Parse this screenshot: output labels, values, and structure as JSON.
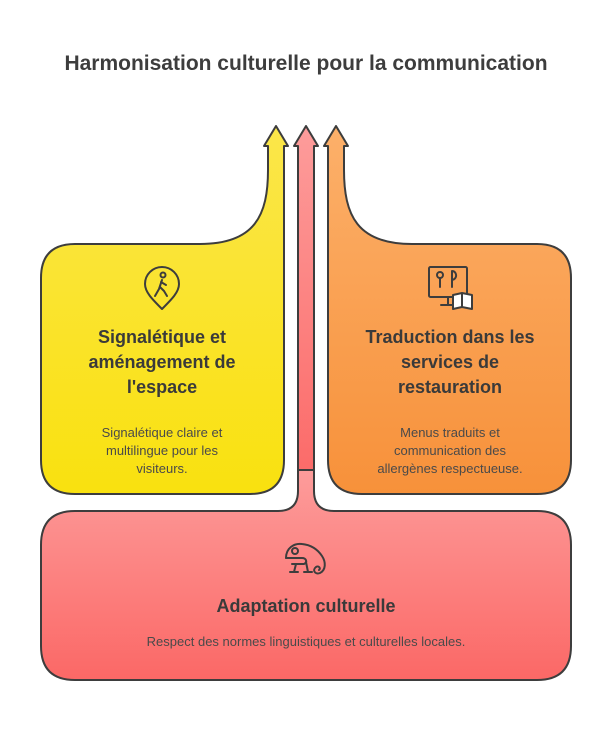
{
  "title": "Harmonisation culturelle pour la communication",
  "boxes": {
    "left": {
      "title": "Signalétique et aménagement de l'espace",
      "description": "Signalétique claire et multilingue pour les visiteurs.",
      "icon": "walking-person-pin-icon",
      "color_top": "#fbe64a",
      "color_bottom": "#fbe31a"
    },
    "right": {
      "title": "Traduction dans les services de restauration",
      "description": "Menus traduits et communication des allergènes respectueuse.",
      "icon": "menu-board-book-icon",
      "color_top": "#fcae63",
      "color_bottom": "#f8963a"
    },
    "bottom": {
      "title": "Adaptation culturelle",
      "description": "Respect des normes linguistiques et culturelles locales.",
      "icon": "chameleon-icon",
      "color_top": "#fd9a98",
      "color_bottom": "#fb6a68"
    }
  }
}
